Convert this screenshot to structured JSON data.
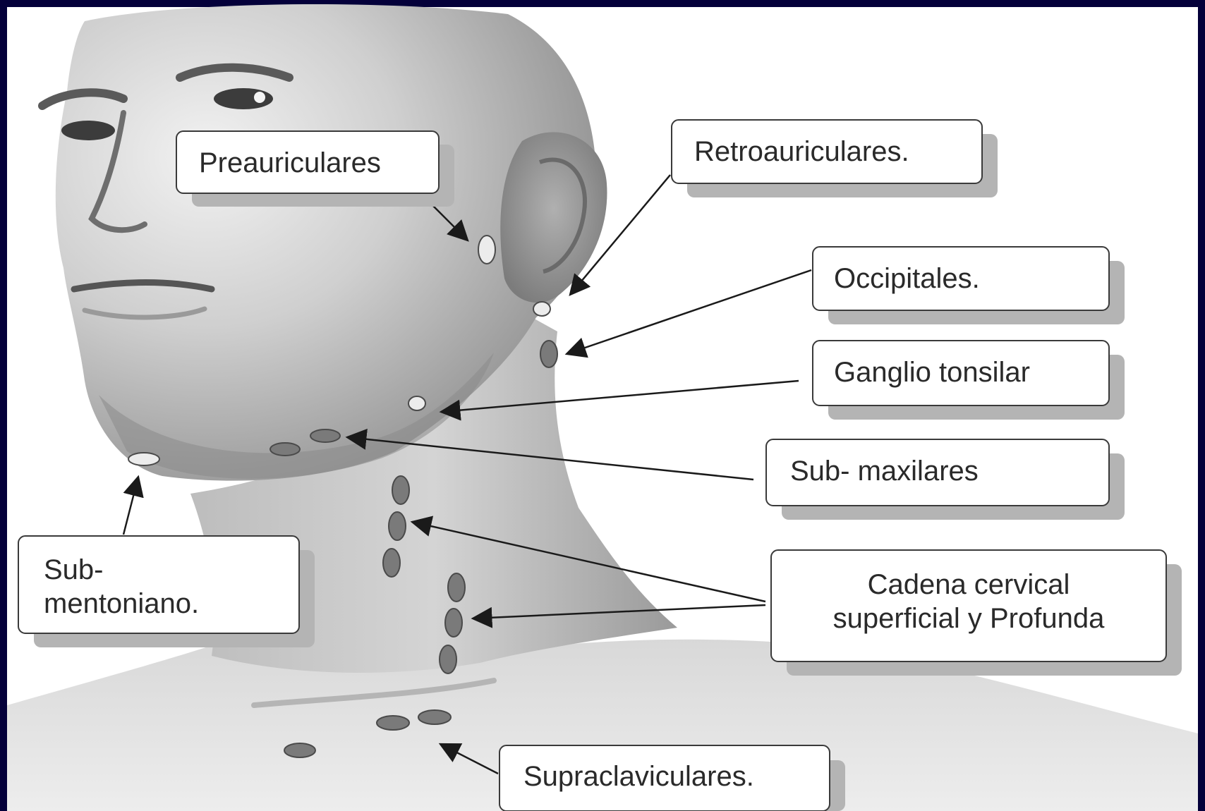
{
  "colors": {
    "frame": "#04003a",
    "node_light": "#ececec",
    "node_dark": "#7a7a7a",
    "label_box": "#ffffff",
    "label_shadow": "#b4b4b4",
    "leader": "#1a1a1a"
  },
  "labels": {
    "preauriculares": {
      "text": "Preauriculares"
    },
    "retroauriculares": {
      "text": "Retroauriculares."
    },
    "occipitales": {
      "text": "Occipitales."
    },
    "tonsilar": {
      "text": "Ganglio tonsilar"
    },
    "submaxilares": {
      "text": "Sub- maxilares"
    },
    "submentoniano": {
      "line1": "Sub-",
      "line2": "mentoniano."
    },
    "cervical": {
      "line1": "Cadena cervical",
      "line2": "superficial y Profunda"
    },
    "supraclaviculares": {
      "text": "Supraclaviculares."
    }
  }
}
